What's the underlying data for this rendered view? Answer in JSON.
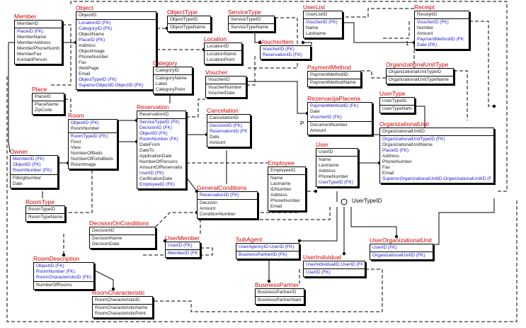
{
  "diagram": {
    "entities": {
      "member": {
        "title": "Member",
        "pk": [
          "MemberID"
        ],
        "fields": [
          {
            "t": "PlaceID (FK)",
            "fk": true
          },
          {
            "t": "MemberName"
          },
          {
            "t": "MemberAddress"
          },
          {
            "t": "MemberPhoneNumbe"
          },
          {
            "t": "MemberFax"
          },
          {
            "t": "KontaktPerson"
          }
        ]
      },
      "object": {
        "title": "Object",
        "pk": [
          "ObjectID"
        ],
        "fields": [
          {
            "t": "LocationID (FK)",
            "fk": true
          },
          {
            "t": "CategoryID (FK)",
            "fk": true
          },
          {
            "t": "ObjectName"
          },
          {
            "t": "PlaceID (FK)",
            "fk": true
          },
          {
            "t": "Address"
          },
          {
            "t": "ObjectImage"
          },
          {
            "t": "PhoneNumber"
          },
          {
            "t": "Fax"
          },
          {
            "t": "WebPage"
          },
          {
            "t": "Email"
          },
          {
            "t": "ObjectTypeID (FK)",
            "fk": true
          },
          {
            "t": "SuperiorObjectID.ObjectID (FK)",
            "fk": true
          }
        ]
      },
      "objecttype": {
        "title": "ObjectType",
        "pk": [
          "ObjectTypeID"
        ],
        "fields": [
          {
            "t": "ObjectTypeName"
          }
        ]
      },
      "servicetype": {
        "title": "ServiceType",
        "pk": [
          "ServiceTypeID"
        ],
        "fields": [
          {
            "t": "ServiceTypeName"
          }
        ]
      },
      "userlist": {
        "title": "UserList",
        "pk": [
          "UserListID"
        ],
        "fields": [
          {
            "t": "VoucherID (FK)",
            "fk": true
          },
          {
            "t": "Name"
          },
          {
            "t": "Lastname"
          }
        ]
      },
      "receipt": {
        "title": "Receipt",
        "pk": [
          "ReceiptID"
        ],
        "fields": [
          {
            "t": "VoucherID (FK)",
            "fk": true
          },
          {
            "t": "Number"
          },
          {
            "t": "Amount"
          },
          {
            "t": "PaymentMethodID (FK",
            "fk": true
          },
          {
            "t": "Date (FK)",
            "fk": true
          }
        ]
      },
      "location": {
        "title": "Location",
        "pk": [
          "LocationID"
        ],
        "fields": [
          {
            "t": "LocationName"
          },
          {
            "t": "LocationPoint"
          }
        ]
      },
      "voucheritem": {
        "title": "VoucherItem",
        "pk": [],
        "fields": [
          {
            "t": "VoucherID (FK)",
            "fk": true
          },
          {
            "t": "ReservationID (FK)",
            "fk": true
          }
        ]
      },
      "category": {
        "title": "Category",
        "pk": [
          "CategoryID"
        ],
        "fields": [
          {
            "t": "CategoryName"
          },
          {
            "t": "Label"
          },
          {
            "t": "CategoryPoint"
          }
        ]
      },
      "voucher": {
        "title": "Voucher",
        "pk": [
          "VoucherID"
        ],
        "fields": [
          {
            "t": "VoucherNumber"
          },
          {
            "t": "VoucherDate"
          }
        ]
      },
      "paymentmethod": {
        "title": "PaymentMethod",
        "pk": [
          "PaymentMethodID"
        ],
        "fields": [
          {
            "t": "PaymentMethodName"
          }
        ]
      },
      "orgunittype": {
        "title": "OrganizationalUnitType",
        "pk": [
          "OrganizationalUnitTypeID"
        ],
        "fields": [
          {
            "t": "OrganizationalUnitTypeName"
          }
        ]
      },
      "place": {
        "title": "Place",
        "pk": [
          "PlaceID"
        ],
        "fields": [
          {
            "t": "PlaceName"
          },
          {
            "t": "ZipCode"
          }
        ]
      },
      "rezervacija": {
        "title": "RezervacijaPlacena",
        "pk": [
          "PaymentMethodID (FK)",
          "Date",
          "VoucherID (FK)"
        ],
        "pkfk": [
          true,
          false,
          true
        ],
        "fields": [
          {
            "t": "DocumentNumber"
          },
          {
            "t": "Amount"
          }
        ]
      },
      "usertype": {
        "title": "UserType",
        "pk": [
          "UserTypeID"
        ],
        "fields": [
          {
            "t": "UserTypeName"
          }
        ]
      },
      "reservation": {
        "title": "Reservation",
        "pk": [
          "ReservationID"
        ],
        "fields": [
          {
            "t": "ServiceTypeID (FK)",
            "fk": true
          },
          {
            "t": "DecisionID (FK)",
            "fk": true
          },
          {
            "t": "ObjectID (FK)",
            "fk": true
          },
          {
            "t": "RoomNumber (FK)",
            "fk": true
          },
          {
            "t": "DateFrom"
          },
          {
            "t": "DateTo"
          },
          {
            "t": "ApplicationDate"
          },
          {
            "t": "NumberOfPersons"
          },
          {
            "t": "AmountOfReservatio"
          },
          {
            "t": "UserID (FK)",
            "fk": true
          },
          {
            "t": "CerificationDate"
          },
          {
            "t": "EmployeeID (FK)",
            "fk": true
          }
        ]
      },
      "cancelation": {
        "title": "Cancelation",
        "pk": [
          "CancelationID"
        ],
        "fields": [
          {
            "t": "DecisionID (FK)",
            "fk": true
          },
          {
            "t": "ReservationID (FK)",
            "fk": true
          },
          {
            "t": "Date"
          },
          {
            "t": "Amount"
          }
        ]
      },
      "room": {
        "title": "Room",
        "pk": [
          "ObjectID (FK)",
          "RoomNumber"
        ],
        "pkfk": [
          true,
          false
        ],
        "fields": [
          {
            "t": "RoomTypeID (FK)",
            "fk": true
          },
          {
            "t": "Floor"
          },
          {
            "t": "View"
          },
          {
            "t": "NumberOfBeds"
          },
          {
            "t": "NumberOfExtraBeds"
          },
          {
            "t": "RoomImage"
          }
        ]
      },
      "orgunit": {
        "title": "OrganizationalUnit",
        "pk": [
          "OrganizationalUnitID"
        ],
        "fields": [
          {
            "t": "OrganizationalUnitTypeID (FK)",
            "fk": true
          },
          {
            "t": "OrganizationalUnitName"
          },
          {
            "t": "PlaceID (FK)",
            "fk": true
          },
          {
            "t": "Address"
          },
          {
            "t": "PhoneNumber"
          },
          {
            "t": "Fax"
          },
          {
            "t": "Email"
          },
          {
            "t": "SuperiorOrganizationalUnitID.OrganizationalUnitID (FK)",
            "fk": true
          }
        ]
      },
      "user": {
        "title": "User",
        "pk": [
          "UserID"
        ],
        "fields": [
          {
            "t": "Name"
          },
          {
            "t": "Lastname"
          },
          {
            "t": "Address"
          },
          {
            "t": "PhoneNumber"
          },
          {
            "t": "UserTypeID (FK)",
            "fk": true
          }
        ]
      },
      "owner": {
        "title": "Owner",
        "pk": [
          "MemberID (FK)",
          "ObjectID (FK)",
          "RoomNumber (FK)"
        ],
        "pkfk": [
          true,
          true,
          true
        ],
        "fields": [
          {
            "t": "FillingNumber"
          },
          {
            "t": "Date"
          }
        ]
      },
      "employee": {
        "title": "Employee",
        "pk": [
          "EmployeeID"
        ],
        "fields": [
          {
            "t": "Name"
          },
          {
            "t": "Lastname"
          },
          {
            "t": "IDNumber"
          },
          {
            "t": "Address"
          },
          {
            "t": "PhoneNumber"
          },
          {
            "t": "Email"
          }
        ]
      },
      "generalconditions": {
        "title": "GeneralConditions",
        "pk": [
          "ReservationID (FK)"
        ],
        "pkfk": [
          true
        ],
        "fields": [
          {
            "t": "Decision"
          },
          {
            "t": "Amount"
          },
          {
            "t": "ConditionNumber"
          }
        ]
      },
      "roomtype": {
        "title": "RoomType",
        "pk": [
          "RoomTypeID"
        ],
        "fields": [
          {
            "t": "RoomTypeName"
          }
        ]
      },
      "decisiononconditions": {
        "title": "DecisionOnConditions",
        "pk": [
          "DecisionID"
        ],
        "fields": [
          {
            "t": "DecisionName"
          },
          {
            "t": "DecisionDate"
          }
        ]
      },
      "usermember": {
        "title": "UserMember",
        "pk": [
          "UserID (FK)"
        ],
        "pkfk": [
          true
        ],
        "fields": [
          {
            "t": "MemberID (FK)",
            "fk": true
          }
        ]
      },
      "subagent": {
        "title": "SubAgent",
        "pk": [
          "UserAgencyID.UserID (FK)"
        ],
        "pkfk": [
          true
        ],
        "fields": [
          {
            "t": "BusinessPartnerID (FK)",
            "fk": true
          }
        ]
      },
      "userorgunit": {
        "title": "UserOrganizationalUnit",
        "pk": [
          "UserID (FK)"
        ],
        "pkfk": [
          true
        ],
        "fields": [
          {
            "t": "OrganizationalUnitID (FK)",
            "fk": true
          }
        ]
      },
      "roomdescription": {
        "title": "RoomDescription",
        "pk": [
          "ObjectID (FK)",
          "RoomNumber (FK)",
          "RoomCharacteristicID (FK)"
        ],
        "pkfk": [
          true,
          true,
          true
        ],
        "fields": [
          {
            "t": "NumberOfRooms"
          }
        ]
      },
      "userindividual": {
        "title": "UserIndividual",
        "pk": [
          "UserIndividualID.UserID (FK)"
        ],
        "pkfk": [
          true
        ],
        "fields": [
          {
            "t": "UserID (FK)",
            "fk": true
          }
        ]
      },
      "businesspartner": {
        "title": "BusinessPartner",
        "pk": [
          "BusinessPartnerID"
        ],
        "fields": [
          {
            "t": "BusinessPartnerName"
          }
        ]
      },
      "roomcharacteristic": {
        "title": "RoomCharacteristic",
        "pk": [
          "RoomCharacteristicID"
        ],
        "fields": [
          {
            "t": "RoomCharacteristicName"
          },
          {
            "t": "RoomCharacteristicPoint"
          }
        ]
      }
    },
    "labels": {
      "discriminator": "UserTypeID",
      "card_1": "1",
      "card_p": "P"
    }
  }
}
